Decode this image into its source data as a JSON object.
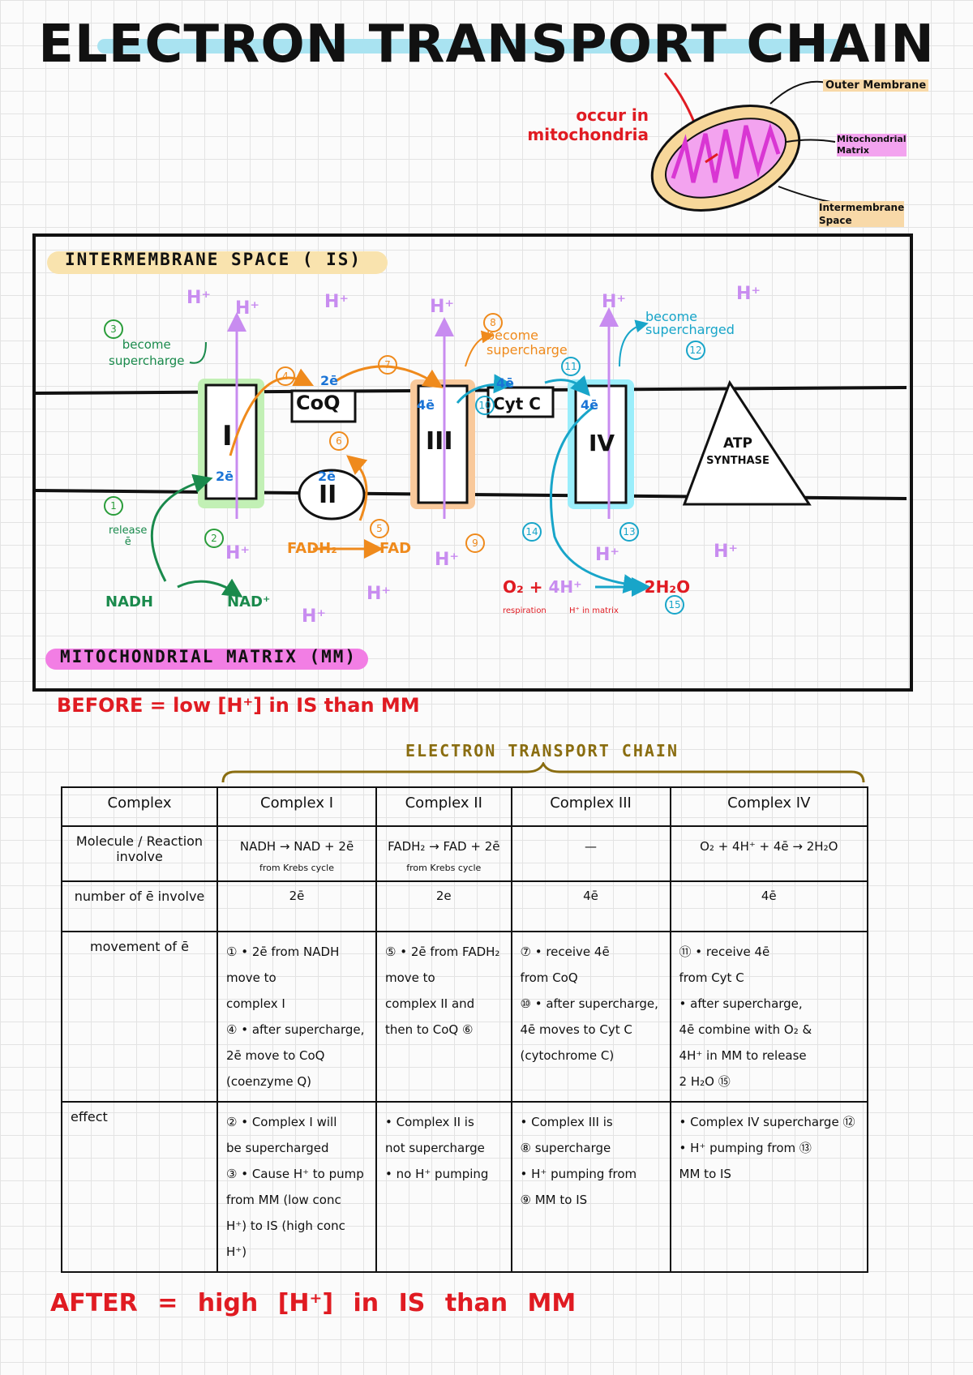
{
  "title": "ELECTRON TRANSPORT CHAIN",
  "mito": {
    "occur": [
      "occur in",
      "mitochondria"
    ],
    "labels": {
      "outer": "Outer Membrane",
      "matrix": [
        "Mitochondrial",
        "Matrix"
      ],
      "ims": [
        "Intermembrane",
        "Space"
      ]
    }
  },
  "diagram": {
    "ims_label": "INTERMEMBRANE SPACE ( IS)",
    "mm_label": "MITOCHONDRIAL MATRIX (MM)",
    "complexes": {
      "c1": "I",
      "c2": "II",
      "c3": "III",
      "c4": "IV",
      "coq": "CoQ",
      "cytc": "Cyt C",
      "atp": [
        "ATP",
        "SYNTHASE"
      ]
    },
    "electrons": {
      "c1": "2ē",
      "coq": "2ē",
      "c2": "2ē",
      "c3": "4ē",
      "cytc": "4ē",
      "c4": "4ē"
    },
    "hplus": "H⁺",
    "nadh": "NADH",
    "nad": "NAD⁺",
    "fadh2": "FADH₂",
    "fad": "FAD",
    "release": [
      "release",
      "ē"
    ],
    "become_supercharge": [
      "become",
      "supercharge"
    ],
    "become_supercharged": [
      "become",
      "supercharged"
    ],
    "o2_reaction": {
      "o2": "O₂",
      "plus": "+",
      "h": "4H⁺",
      "arrow": "→",
      "h2o": "2H₂O",
      "note1": "respiration",
      "note2": "H⁺ in matrix"
    },
    "steps": [
      "1",
      "2",
      "3",
      "4",
      "5",
      "6",
      "7",
      "8",
      "9",
      "10",
      "11",
      "12",
      "13",
      "14",
      "15"
    ]
  },
  "before": "BEFORE = low [H⁺] in IS than MM",
  "table_heading": "ELECTRON TRANSPORT CHAIN",
  "table": {
    "headers": [
      "Complex",
      "Complex I",
      "Complex II",
      "Complex III",
      "Complex IV"
    ],
    "rows": [
      {
        "label": "Molecule / Reaction involve",
        "cells": [
          [
            "NADH → NAD + 2ē",
            "from Krebs cycle"
          ],
          [
            "FADH₂ → FAD + 2ē",
            "from Krebs cycle"
          ],
          [
            "—"
          ],
          [
            "O₂ + 4H⁺ + 4ē → 2H₂O"
          ]
        ]
      },
      {
        "label": "number of ē involve",
        "cells": [
          [
            "2ē"
          ],
          [
            "2e"
          ],
          [
            "4ē"
          ],
          [
            "4ē"
          ]
        ]
      },
      {
        "label": "movement of ē",
        "cells": [
          [
            "① • 2ē from NADH",
            "move to",
            "complex I",
            "④ • after supercharge,",
            "2ē move to CoQ",
            "(coenzyme Q)"
          ],
          [
            "⑤ • 2ē from FADH₂",
            "move to",
            "complex II and",
            "then to CoQ ⑥"
          ],
          [
            "⑦ • receive 4ē",
            "from CoQ",
            "⑩ • after supercharge,",
            "4ē moves to Cyt C",
            "(cytochrome C)"
          ],
          [
            "⑪ • receive 4ē",
            "from Cyt C",
            "• after supercharge,",
            "4ē combine with O₂ &",
            "4H⁺ in MM to release",
            "2 H₂O ⑮"
          ]
        ]
      },
      {
        "label": "effect",
        "cells": [
          [
            "② • Complex I will",
            "be supercharged",
            "③ • Cause H⁺ to pump",
            "from MM (low conc",
            "H⁺) to IS (high conc",
            "H⁺)"
          ],
          [
            "• Complex II is",
            "not supercharge",
            "• no H⁺ pumping"
          ],
          [
            "• Complex III is",
            "⑧ supercharge",
            "• H⁺ pumping from",
            "⑨ MM to IS"
          ],
          [
            "• Complex IV supercharge ⑫",
            "• H⁺ pumping from ⑬",
            "MM to IS"
          ]
        ]
      }
    ]
  },
  "after": "AFTER = high [H⁺] in IS than MM"
}
